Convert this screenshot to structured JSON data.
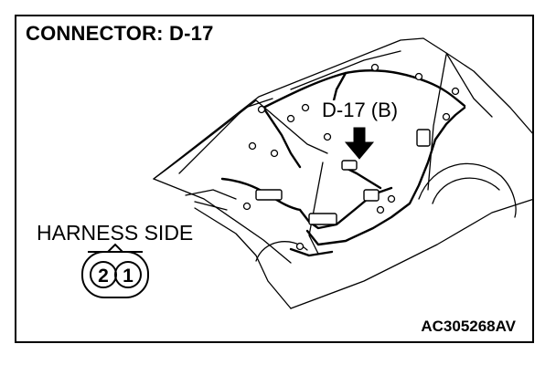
{
  "title": "CONNECTOR: D-17",
  "connector_label": "D-17 (B)",
  "harness_label": "HARNESS SIDE",
  "connector_pins": [
    "2",
    "1"
  ],
  "figure_id": "AC305268AV"
}
